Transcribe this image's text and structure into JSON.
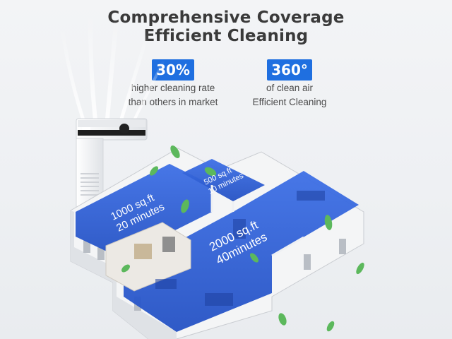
{
  "headline": {
    "line1": "Comprehensive Coverage",
    "line2": "Efficient Cleaning"
  },
  "stats": [
    {
      "badge": "30%",
      "line1": "higher cleaning rate",
      "line2": "than others in market"
    },
    {
      "badge": "360°",
      "line1": "of clean air",
      "line2": "Efficient Cleaning"
    }
  ],
  "areas": [
    {
      "size": "1000 sq.ft",
      "time": "20 minutes"
    },
    {
      "size": "500 sq.ft",
      "time": "10 minutes"
    },
    {
      "size": "2000 sq.ft",
      "time": "40minutes"
    }
  ],
  "colors": {
    "accent": "#1f6fe0",
    "room_fill": "#2f5fd6",
    "headline": "#3a3a3a"
  },
  "illustration": {
    "subject": "air-purifier",
    "icons": [
      "air-purifier-icon",
      "leaf-icon",
      "house-floorplan-icon"
    ]
  }
}
